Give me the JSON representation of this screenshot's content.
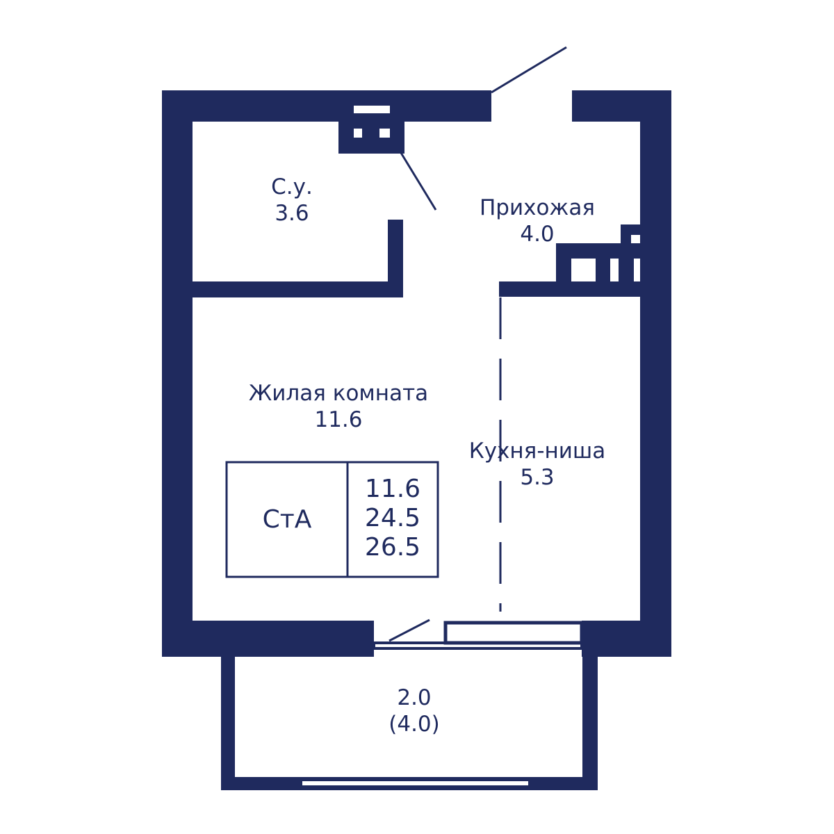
{
  "colors": {
    "wall": "#1f2a5e",
    "background": "#ffffff"
  },
  "rooms": {
    "bathroom": {
      "name": "С.у.",
      "area": "3.6"
    },
    "hallway": {
      "name": "Прихожая",
      "area": "4.0"
    },
    "living_room": {
      "name": "Жилая комната",
      "area": "11.6"
    },
    "kitchen_niche": {
      "name": "Кухня-ниша",
      "area": "5.3"
    },
    "balcony": {
      "area": "2.0",
      "area_full": "(4.0)"
    }
  },
  "summary_table": {
    "type": "СтА",
    "living_area": "11.6",
    "total_area": "24.5",
    "total_area_with_balcony": "26.5"
  }
}
